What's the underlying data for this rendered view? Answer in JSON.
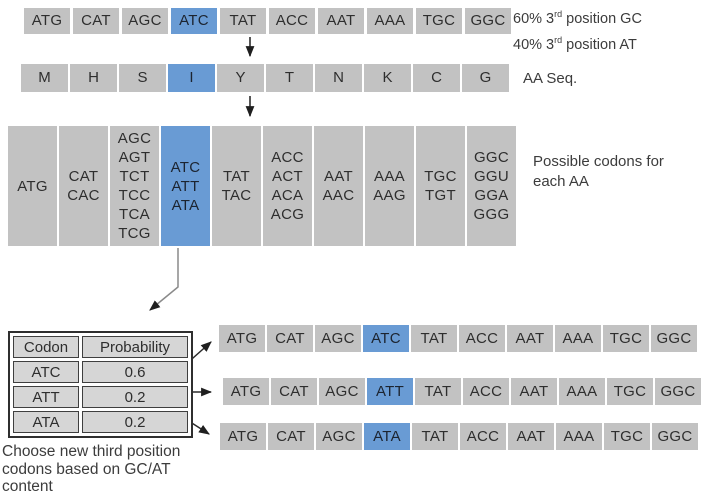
{
  "colors": {
    "cell_gray": "#c2c2c2",
    "cell_blue": "#699bd4",
    "table_fill": "#d6d6d6",
    "text": "#2e2e2e"
  },
  "top_sequence": {
    "codons": [
      "ATG",
      "CAT",
      "AGC",
      "ATC",
      "TAT",
      "ACC",
      "AAT",
      "AAA",
      "TGC",
      "GGC"
    ],
    "highlight_index": 3
  },
  "gc_annotation": {
    "line1": {
      "pre": "60% 3",
      "sup": "rd",
      "post": " position GC"
    },
    "line2": {
      "pre": "40% 3",
      "sup": "rd",
      "post": " position AT"
    }
  },
  "aa_sequence": {
    "letters": [
      "M",
      "H",
      "S",
      "I",
      "Y",
      "T",
      "N",
      "K",
      "C",
      "G"
    ],
    "highlight_index": 3,
    "label": "AA Seq."
  },
  "codon_block": {
    "label_line1": "Possible codons for",
    "label_line2": "each AA",
    "highlight_index": 3,
    "columns": [
      [
        "ATG"
      ],
      [
        "CAT",
        "CAC"
      ],
      [
        "AGC",
        "AGT",
        "TCT",
        "TCC",
        "TCA",
        "TCG"
      ],
      [
        "ATC",
        "ATT",
        "ATA"
      ],
      [
        "TAT",
        "TAC"
      ],
      [
        "ACC",
        "ACT",
        "ACA",
        "ACG"
      ],
      [
        "AAT",
        "AAC"
      ],
      [
        "AAA",
        "AAG"
      ],
      [
        "TGC",
        "TGT"
      ],
      [
        "GGC",
        "GGU",
        "GGA",
        "GGG"
      ]
    ]
  },
  "probability_table": {
    "headers": [
      "Codon",
      "Probability"
    ],
    "rows": [
      {
        "codon": "ATC",
        "probability": "0.6"
      },
      {
        "codon": "ATT",
        "probability": "0.2"
      },
      {
        "codon": "ATA",
        "probability": "0.2"
      }
    ]
  },
  "caption": {
    "line1": "Choose new third position",
    "line2": "codons based on GC/AT",
    "line3": "content"
  },
  "result_sequences": [
    {
      "codons": [
        "ATG",
        "CAT",
        "AGC",
        "ATC",
        "TAT",
        "ACC",
        "AAT",
        "AAA",
        "TGC",
        "GGC"
      ],
      "highlight_index": 3
    },
    {
      "codons": [
        "ATG",
        "CAT",
        "AGC",
        "ATT",
        "TAT",
        "ACC",
        "AAT",
        "AAA",
        "TGC",
        "GGC"
      ],
      "highlight_index": 3
    },
    {
      "codons": [
        "ATG",
        "CAT",
        "AGC",
        "ATA",
        "TAT",
        "ACC",
        "AAT",
        "AAA",
        "TGC",
        "GGC"
      ],
      "highlight_index": 3
    }
  ]
}
